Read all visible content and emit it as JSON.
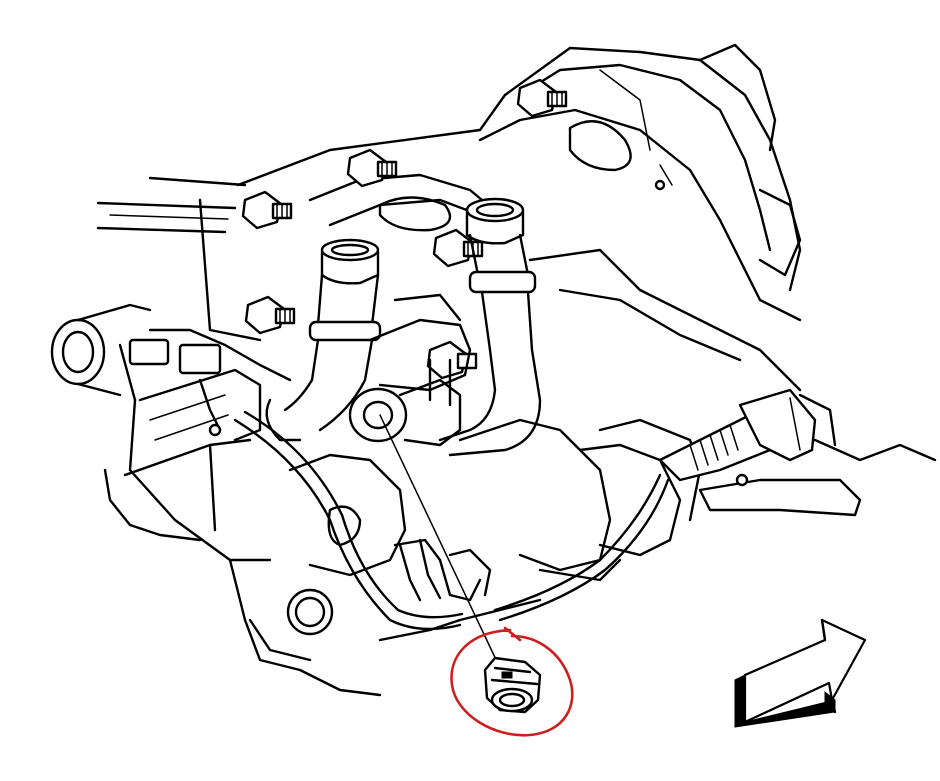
{
  "diagram": {
    "background_color": "#ffffff",
    "line_color": "#000000",
    "markup_color": "#cc1f1f",
    "components": [
      {
        "name": "engine-block",
        "icon": "engine-outline"
      },
      {
        "name": "exhaust-manifold",
        "icon": "manifold-outline"
      },
      {
        "name": "coolant-pipe-left",
        "icon": "pipe-outline"
      },
      {
        "name": "coolant-pipe-right",
        "icon": "pipe-outline"
      },
      {
        "name": "thermostat-housing",
        "icon": "housing-outline"
      },
      {
        "name": "wiring-harness",
        "icon": "wire-outline"
      },
      {
        "name": "sensor-connector",
        "icon": "connector-outline"
      },
      {
        "name": "callout-leader-line",
        "icon": "leader-line"
      },
      {
        "name": "front-direction-arrow",
        "icon": "arrow-3d"
      }
    ],
    "highlight": {
      "shape": "hand-drawn-circle",
      "target": "sensor-connector"
    }
  }
}
